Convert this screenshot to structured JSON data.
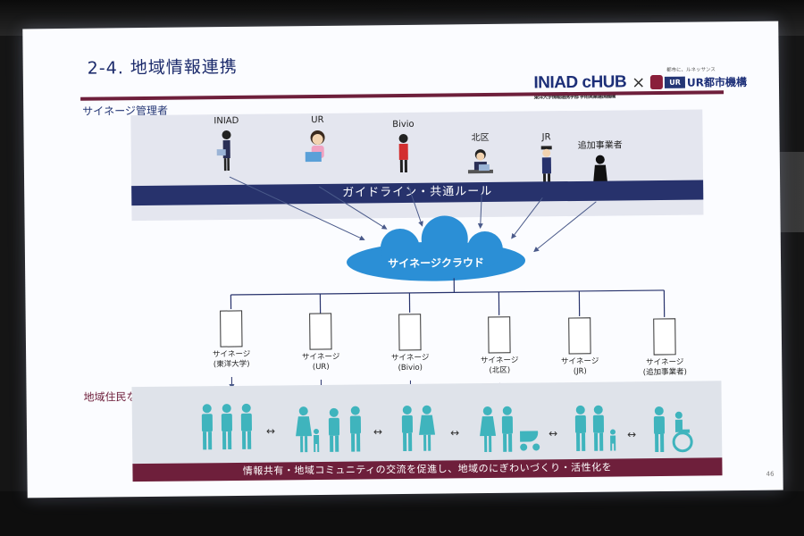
{
  "slide": {
    "title": "2-4. 地域情報連携",
    "page_number": "46"
  },
  "logos": {
    "iniad": "INIAD cHUB",
    "iniad_sub": "東洋大学情報連携学部 学術実業連携機構",
    "cross": "×",
    "ur_tagline": "都市に、ルネッサンス",
    "ur_badge": "UR",
    "ur_name": "UR都市機構"
  },
  "sections": {
    "admins_label": "サイネージ管理者",
    "residents_label": "地域住民など"
  },
  "admins": [
    "INIAD",
    "UR",
    "Bivio",
    "北区",
    "JR",
    "追加事業者"
  ],
  "guideline_band": "ガイドライン・共通ルール",
  "cloud_label": "サイネージクラウド",
  "signages": [
    {
      "line1": "サイネージ",
      "line2": "(東洋大学)"
    },
    {
      "line1": "サイネージ",
      "line2": "(UR)"
    },
    {
      "line1": "サイネージ",
      "line2": "(Bivio)"
    },
    {
      "line1": "サイネージ",
      "line2": "(北区)"
    },
    {
      "line1": "サイネージ",
      "line2": "(JR)"
    },
    {
      "line1": "サイネージ",
      "line2": "(追加事業者)"
    }
  ],
  "exchange_arrow": "↔",
  "bottom_band": "情報共有・地域コミュニティの交流を促進し、地域のにぎわいづくり・活性化を",
  "colors": {
    "navy": "#27326c",
    "maroon": "#6e1f3b",
    "cloud_blue": "#2b8fd6",
    "teal": "#3fb4bd"
  }
}
